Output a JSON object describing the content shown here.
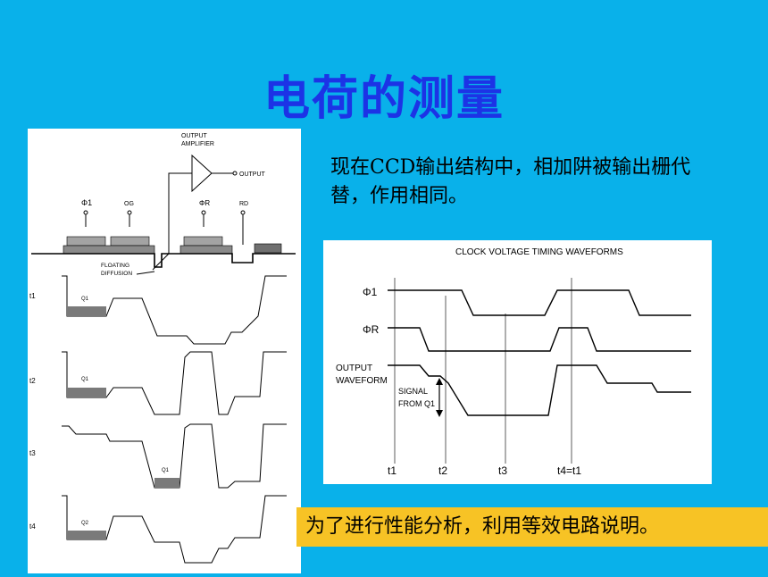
{
  "slide": {
    "title": "电荷的测量",
    "description": "现在CCD输出结构中，相加阱被输出栅代替，作用相同。",
    "note": "为了进行性能分析，利用等效电路说明。"
  },
  "left_diagram": {
    "amp_label_1": "OUTPUT",
    "amp_label_2": "AMPLIFIER",
    "output_label": "OUTPUT",
    "gate_phi1": "Φ1",
    "gate_og": "OG",
    "gate_phir": "ΦR",
    "gate_rd": "RD",
    "fd_label_1": "FLOATING",
    "fd_label_2": "DIFFUSION",
    "row_labels": [
      "t1",
      "t2",
      "t3",
      "t4"
    ],
    "charge_labels": [
      "Q1",
      "Q1",
      "Q1",
      "Q2"
    ]
  },
  "right_diagram": {
    "title": "CLOCK VOLTAGE TIMING WAVEFORMS",
    "phi1": "Φ1",
    "phir": "ΦR",
    "output_1": "OUTPUT",
    "output_2": "WAVEFORM",
    "signal_1": "SIGNAL",
    "signal_2": "FROM Q1",
    "times": [
      "t1",
      "t2",
      "t3",
      "t4=t1"
    ]
  }
}
